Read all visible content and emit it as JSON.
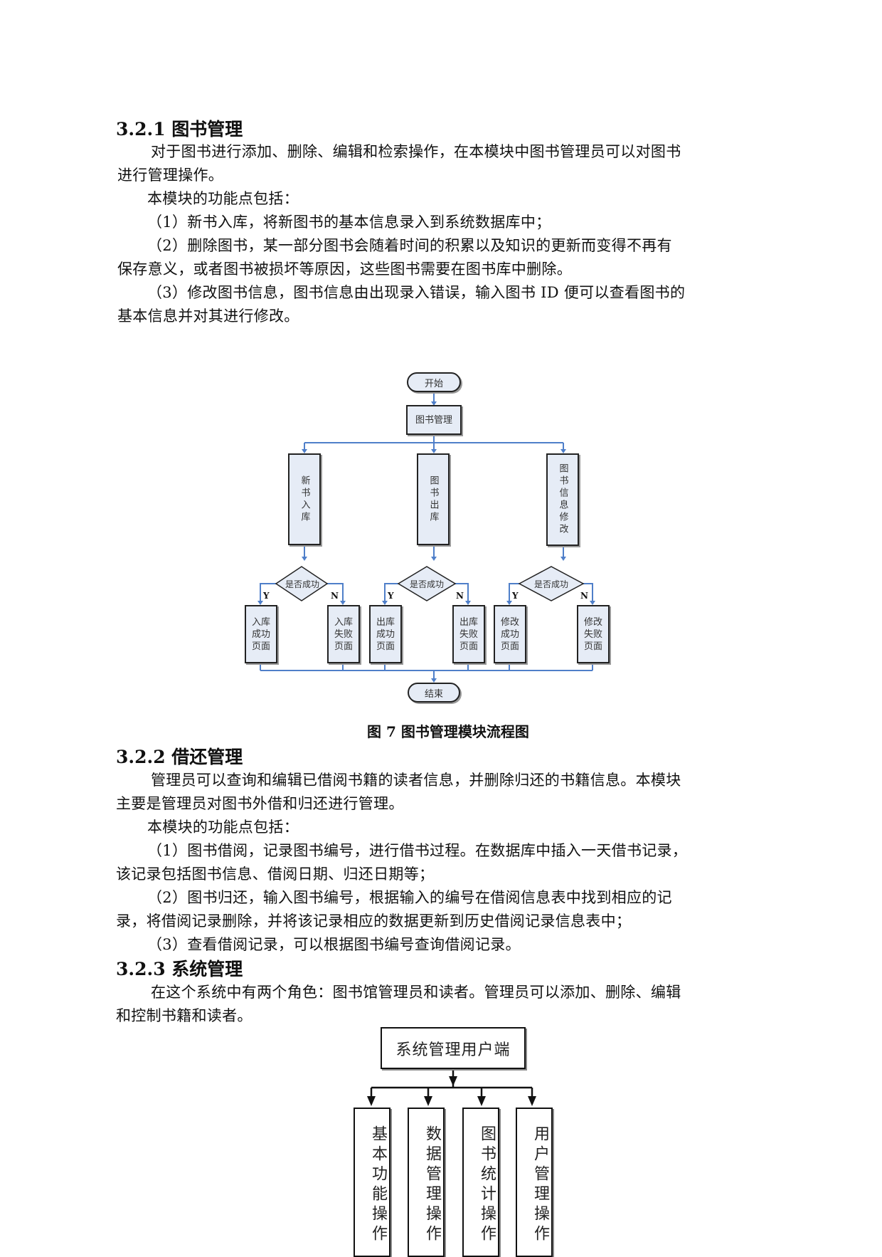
{
  "section_321": {
    "heading": "3.2.1 图书管理",
    "intro_line1": "对于图书进行添加、删除、编辑和检索操作，在本模块中图书管理员可以对图书",
    "intro_line2": "进行管理操作。",
    "features_label": "本模块的功能点包括：",
    "item1_line1": "（1）新书入库，将新图书的基本信息录入到系统数据库中；",
    "item2_line1": "（2）删除图书，某一部分图书会随着时间的积累以及知识的更新而变得不再有",
    "item2_line2": "保存意义，或者图书被损坏等原因，这些图书需要在图书库中删除。",
    "item3_line1": "（3）修改图书信息，图书信息由出现录入错误，输入图书 ID 便可以查看图书的",
    "item3_line2": "基本信息并对其进行修改。"
  },
  "figure7": {
    "start": "开始",
    "root": "图书管理",
    "branches": [
      {
        "label": "新书入库",
        "decision": "是否成功",
        "yes": "Y",
        "no": "N",
        "success": "入库成功页面",
        "fail": "入库失败页面"
      },
      {
        "label": "图书出库",
        "decision": "是否成功",
        "yes": "Y",
        "no": "N",
        "success": "出库成功页面",
        "fail": "出库失败页面"
      },
      {
        "label": "图书信息修改",
        "decision": "是否成功",
        "yes": "Y",
        "no": "N",
        "success": "修改成功页面",
        "fail": "修改失败页面"
      }
    ],
    "end": "结束",
    "caption": "图 7  图书管理模块流程图",
    "colors": {
      "connector": "#4f7fc9",
      "box_fill": "#e6ecf6"
    }
  },
  "section_322": {
    "heading": "3.2.2 借还管理",
    "intro_line1": "管理员可以查询和编辑已借阅书籍的读者信息，并删除归还的书籍信息。本模块",
    "intro_line2": "主要是管理员对图书外借和归还进行管理。",
    "features_label": "本模块的功能点包括：",
    "item1_line1": "（1）图书借阅，记录图书编号，进行借书过程。在数据库中插入一天借书记录，",
    "item1_line2": "该记录包括图书信息、借阅日期、归还日期等；",
    "item2_line1": "（2）图书归还，输入图书编号，根据输入的编号在借阅信息表中找到相应的记",
    "item2_line2": "录，将借阅记录删除，并将该记录相应的数据更新到历史借阅记录信息表中；",
    "item3_line1": "（3）查看借阅记录，可以根据图书编号查询借阅记录。"
  },
  "section_323": {
    "heading": "3.2.3 系统管理",
    "intro_line1": "在这个系统中有两个角色：图书馆管理员和读者。管理员可以添加、删除、编辑",
    "intro_line2": "和控制书籍和读者。"
  },
  "figure8": {
    "root": "系统管理用户端",
    "children": [
      "基本功能操作",
      "数据管理操作",
      "图书统计操作",
      "用户管理操作"
    ]
  }
}
